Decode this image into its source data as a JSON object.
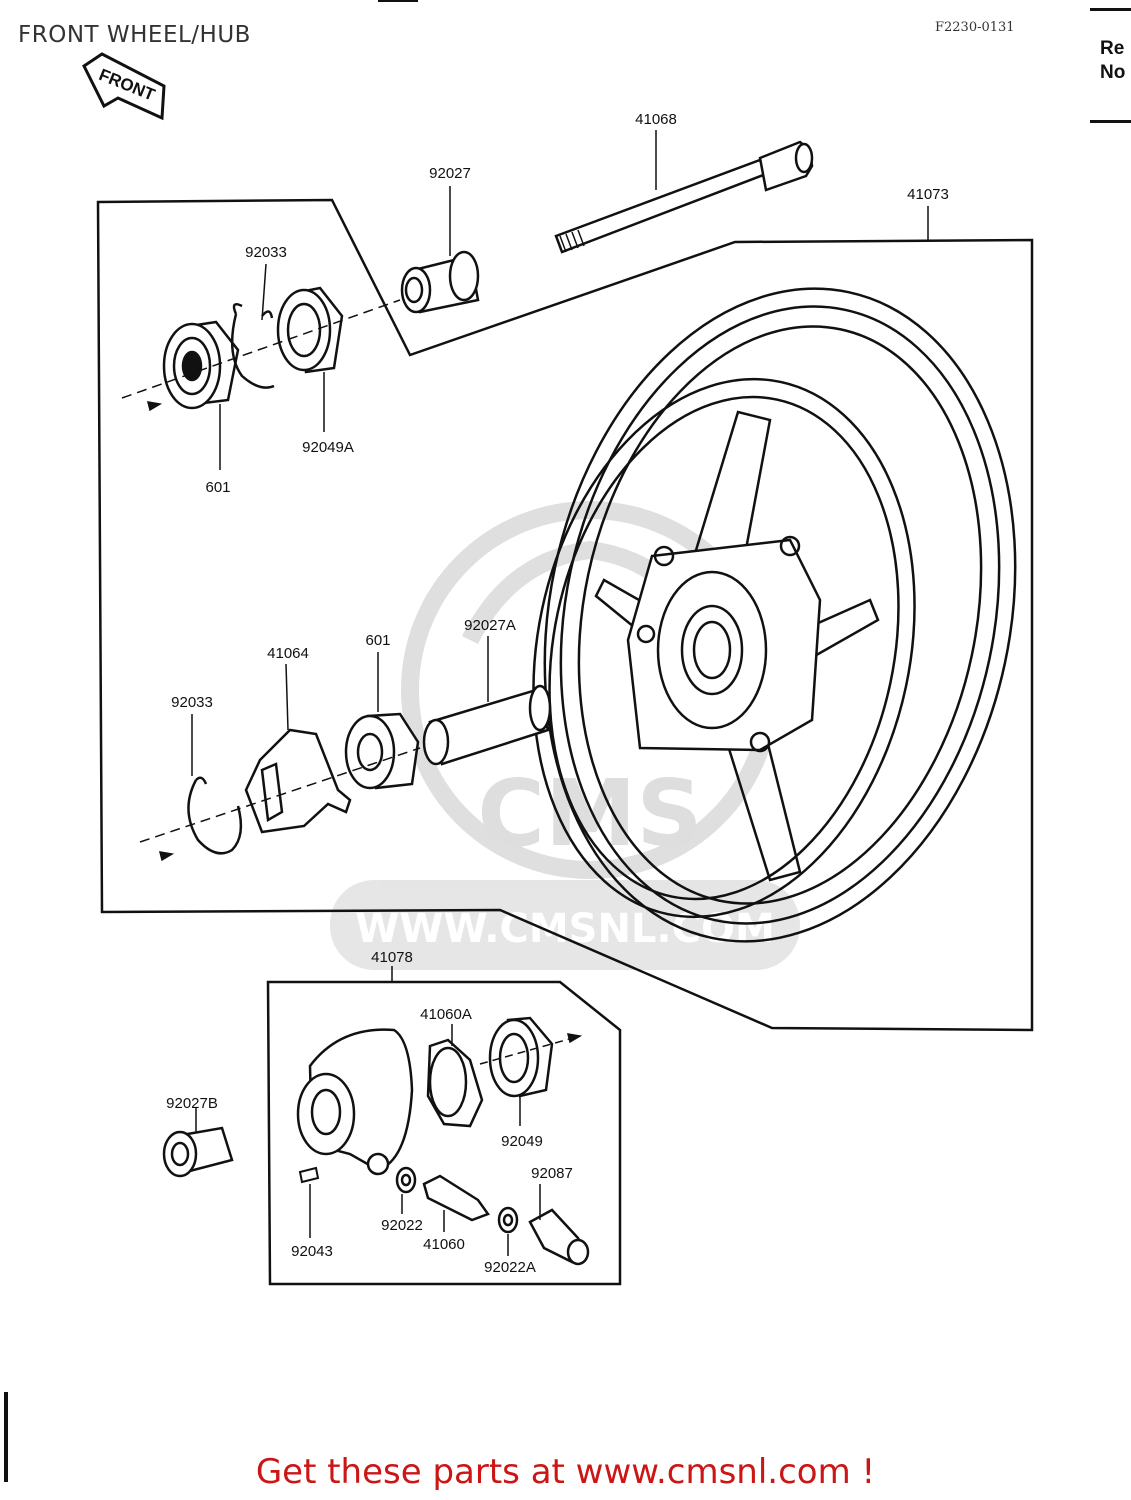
{
  "header": {
    "title": "FRONT WHEEL/HUB",
    "figure_code": "F2230-0131",
    "corner_line1": "Re",
    "corner_line2": "No"
  },
  "front_indicator": {
    "label": "FRONT",
    "icon": "front-arrow-icon"
  },
  "watermark": {
    "text": "WWW.CMSNL.COM",
    "brand": "CMS",
    "color": "#d9d9d9"
  },
  "parts": [
    {
      "id": "41068"
    },
    {
      "id": "92027"
    },
    {
      "id": "41073"
    },
    {
      "id": "92033"
    },
    {
      "id": "92049A"
    },
    {
      "id": "601"
    },
    {
      "id": "41064"
    },
    {
      "id": "601"
    },
    {
      "id": "92027A"
    },
    {
      "id": "92033"
    },
    {
      "id": "41078"
    },
    {
      "id": "41060A"
    },
    {
      "id": "92027B"
    },
    {
      "id": "92049"
    },
    {
      "id": "92087"
    },
    {
      "id": "92022"
    },
    {
      "id": "41060"
    },
    {
      "id": "92043"
    },
    {
      "id": "92022A"
    }
  ],
  "footer": {
    "text": "Get these parts at www.cmsnl.com !",
    "color": "#cc1515"
  }
}
